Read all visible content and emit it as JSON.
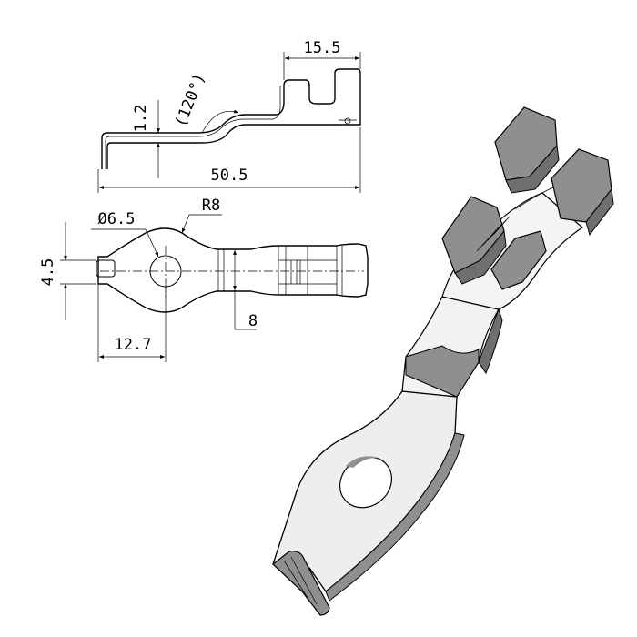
{
  "dimensions": {
    "top_width": "15.5",
    "angle": "(120°)",
    "thickness": "1.2",
    "overall_length": "50.5",
    "hole_diameter": "Ø6.5",
    "radius": "R8",
    "tab_height": "4.5",
    "body_width": "8",
    "ring_offset": "12.7"
  },
  "colors": {
    "line": "#000000",
    "part_face": "#eeeeee",
    "part_shade": "#8f8f8f",
    "part_dark": "#6f6f6f"
  }
}
